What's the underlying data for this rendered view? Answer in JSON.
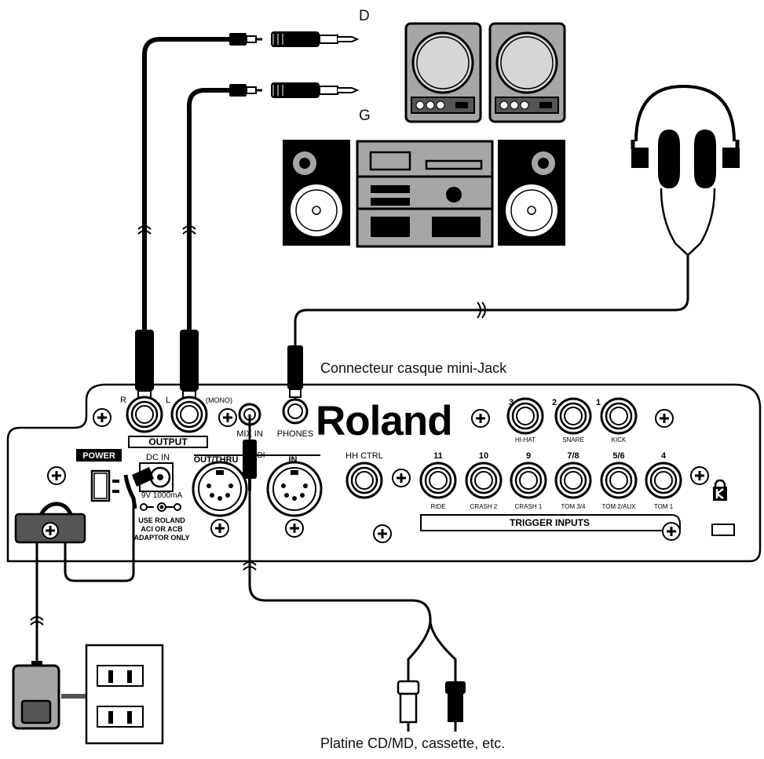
{
  "labels": {
    "letter_d": "D",
    "letter_g": "G",
    "headphone_connector": "Connecteur casque mini-Jack",
    "cd_player": "Platine CD/MD, cassette, etc."
  },
  "panel": {
    "brand": "Roland",
    "output": "OUTPUT",
    "out_r": "R",
    "out_l": "L",
    "mono": "(MONO)",
    "mix_in": "MIX IN",
    "phones": "PHONES",
    "power": "POWER",
    "dc_in": "DC IN",
    "rating": "9V 1000mA",
    "adaptor_line1": "USE ROLAND",
    "adaptor_line2": "ACI OR ACB",
    "adaptor_line3": "ADAPTOR ONLY",
    "midi_out": "OUT/THRU",
    "midi_in": "IN",
    "midi": "MIDI",
    "hh_ctrl": "HH CTRL",
    "trigger_inputs": "TRIGGER INPUTS",
    "top_jacks": [
      {
        "num": "3",
        "name": "HI-HAT"
      },
      {
        "num": "2",
        "name": "SNARE"
      },
      {
        "num": "1",
        "name": "KICK"
      }
    ],
    "bottom_jacks": [
      {
        "num": "11",
        "name": "RIDE"
      },
      {
        "num": "10",
        "name": "CRASH 2"
      },
      {
        "num": "9",
        "name": "CRASH 1"
      },
      {
        "num": "7/8",
        "name": "TOM 3/4"
      },
      {
        "num": "5/6",
        "name": "TOM 2/AUX"
      },
      {
        "num": "4",
        "name": "TOM 1"
      }
    ]
  }
}
